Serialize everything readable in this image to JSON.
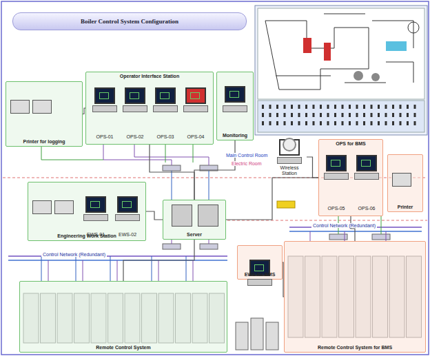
{
  "diagram": {
    "title": "Boiler Control System Configuration",
    "nodes": [
      {
        "text": [
          "Printer for logging"
        ]
      },
      {
        "text": [
          "Operator Interface Station"
        ]
      },
      {
        "text": [
          "OPS-01"
        ],
        "in": 1
      },
      {
        "text": [
          "OPS-02"
        ],
        "in": 1
      },
      {
        "text": [
          "OPS-03"
        ],
        "in": 1
      },
      {
        "text": [
          "OPS-04"
        ],
        "in": 1
      },
      {
        "text": [
          "Monitoring"
        ]
      },
      {
        "text": [
          "Engineering Work Station"
        ]
      },
      {
        "text": [
          "EWS-01"
        ],
        "in": 7
      },
      {
        "text": [
          "EWS-02"
        ],
        "in": 7
      },
      {
        "text": [
          "Server"
        ]
      },
      {
        "text": [
          "Wireless Station"
        ]
      },
      {
        "text": [
          "OPS for BMS"
        ]
      },
      {
        "text": [
          "OPS-05"
        ],
        "in": 12
      },
      {
        "text": [
          "OPS-06"
        ],
        "in": 12
      },
      {
        "text": [
          "Printer"
        ]
      },
      {
        "text": [
          "EWS for BMS"
        ]
      },
      {
        "text": [
          "Remote Control System"
        ]
      },
      {
        "text": [
          "Remote Control System for BMS"
        ]
      }
    ],
    "edges": [
      {
        "from": 0,
        "to": 1,
        "arrow": "none"
      },
      {
        "from": 1,
        "to": 10,
        "arrow": "none"
      },
      {
        "from": 6,
        "to": 10,
        "arrow": "none"
      },
      {
        "from": 7,
        "to": 10,
        "arrow": "none"
      },
      {
        "from": 10,
        "to": 17,
        "arrow": "none"
      },
      {
        "from": 10,
        "to": 12,
        "arrow": "none"
      },
      {
        "from": 11,
        "to": 12,
        "arrow": "none"
      },
      {
        "from": 12,
        "to": 18,
        "arrow": "none"
      },
      {
        "from": 16,
        "to": 18,
        "arrow": "none"
      }
    ],
    "labels": [
      "Main Control Room",
      "Electric Room",
      "Control Network (Redundant)",
      "Control Network (Redundant)"
    ]
  }
}
